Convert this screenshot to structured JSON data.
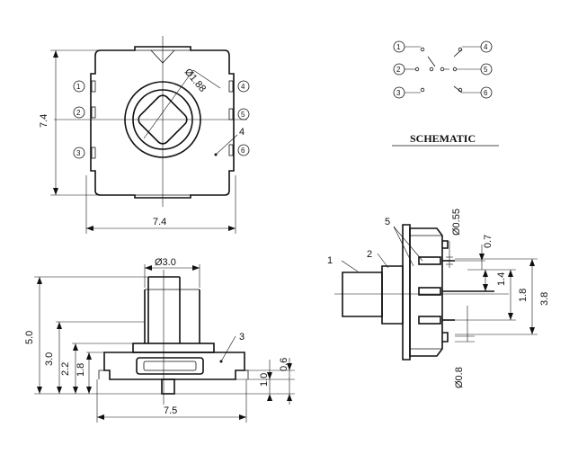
{
  "top_view": {
    "width_dim": "7.4",
    "height_dim": "7.4",
    "shaft_dim": "Ø1.88",
    "callout_4": "4",
    "pins_left": [
      "1",
      "2",
      "3"
    ],
    "pins_right": [
      "4",
      "5",
      "6"
    ]
  },
  "schematic": {
    "title": "SCHEMATIC",
    "pins_left": [
      "1",
      "2",
      "3"
    ],
    "pins_right": [
      "4",
      "5",
      "6"
    ]
  },
  "front_view": {
    "shaft_dim": "Ø3.0",
    "height_total": "5.0",
    "height_30": "3.0",
    "height_22": "2.2",
    "height_18": "1.8",
    "right_10": "1.0",
    "right_06": "0.6",
    "width_dim": "7.5",
    "callout_3": "3"
  },
  "side_view": {
    "callout_1": "1",
    "callout_2": "2",
    "callout_5": "5",
    "pin_dia_top": "Ø0.55",
    "pin_pitch": "0.7",
    "pin_14": "1.4",
    "pin_18": "1.8",
    "overall": "3.8",
    "pin_dia_bottom": "Ø0.8"
  }
}
